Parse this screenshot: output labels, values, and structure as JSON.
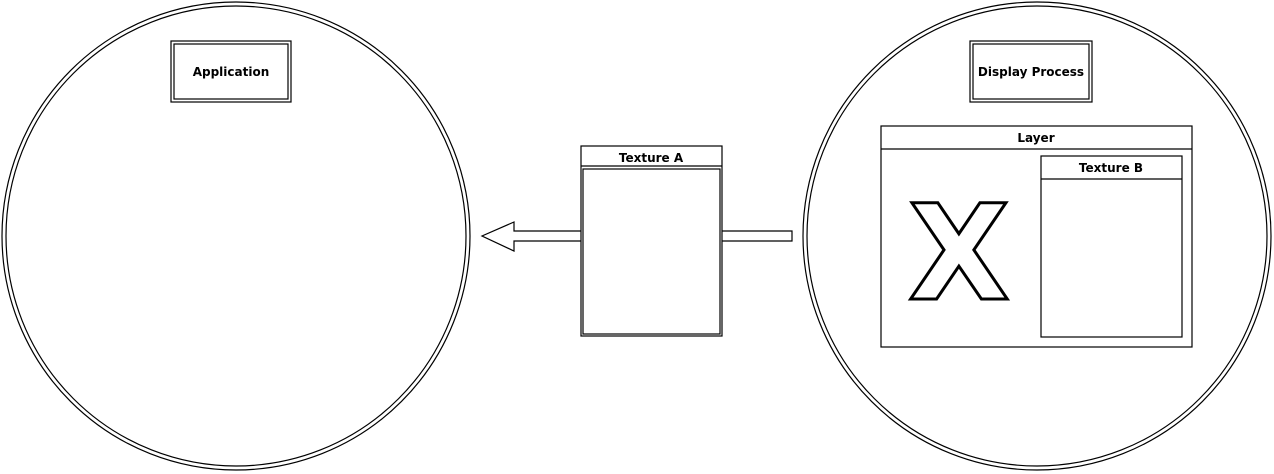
{
  "diagram": {
    "application": {
      "label": "Application"
    },
    "display_process": {
      "label": "Display Process",
      "layer": {
        "label": "Layer",
        "texture_b": {
          "label": "Texture B"
        },
        "x_glyph": {
          "label": "X"
        }
      }
    },
    "texture_a": {
      "label": "Texture A"
    },
    "arrow_direction": "right-to-left"
  }
}
